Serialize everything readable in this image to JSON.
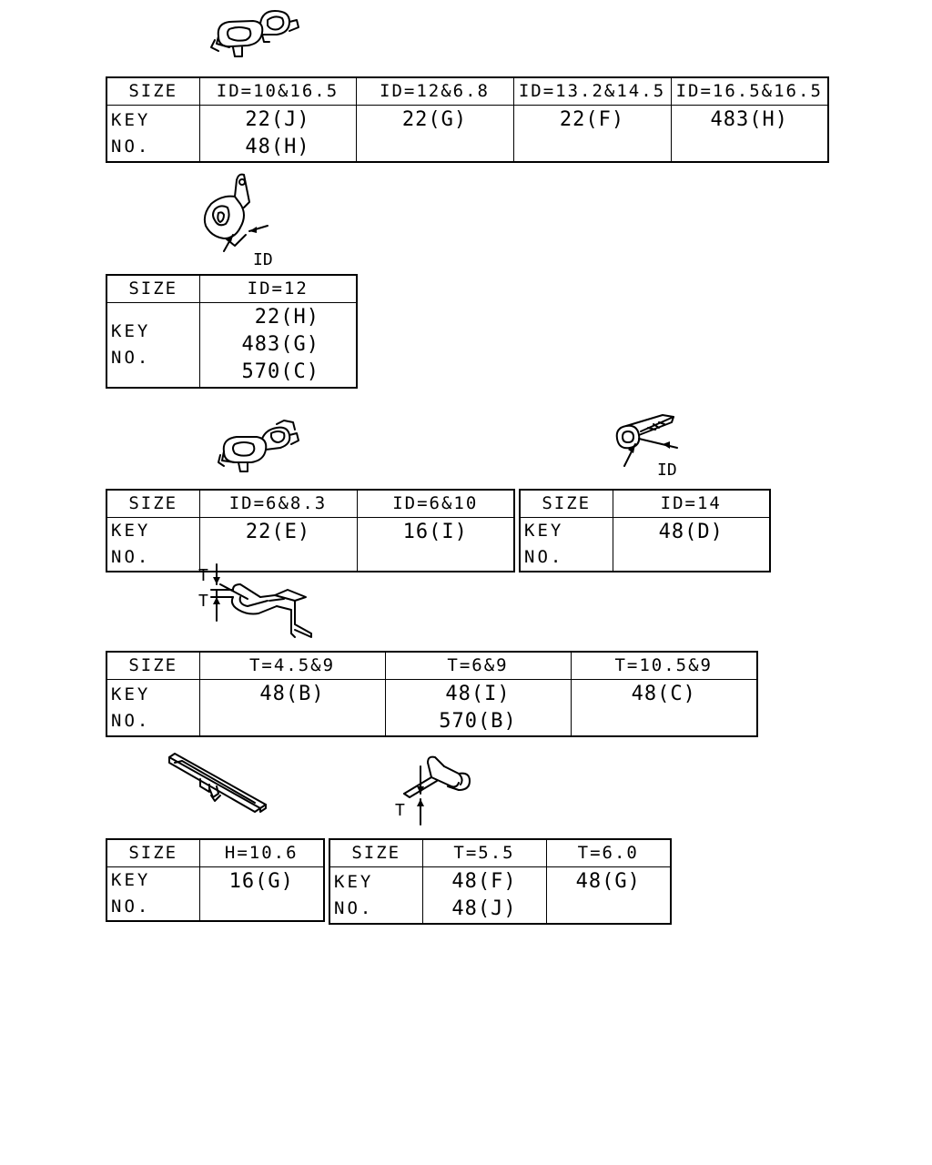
{
  "labels": {
    "size": "SIZE",
    "key_no": "KEY NO.",
    "dim_id": "ID",
    "dim_t": "T"
  },
  "tables": [
    {
      "id": "double-clamp-large",
      "columns": [
        "ID=10&16.5",
        "ID=12&6.8",
        "ID=13.2&14.5",
        "ID=16.5&16.5"
      ],
      "keys": [
        [
          "22(J)",
          "48(H)"
        ],
        [
          "22(G)"
        ],
        [
          "22(F)"
        ],
        [
          "483(H)"
        ]
      ]
    },
    {
      "id": "bracket-clamp",
      "columns": [
        "ID=12"
      ],
      "keys": [
        [
          "22(H)",
          "483(G)",
          "570(C)"
        ]
      ]
    },
    {
      "id": "double-clamp-small",
      "columns": [
        "ID=6&8.3",
        "ID=6&10"
      ],
      "keys": [
        [
          "22(E)"
        ],
        [
          "16(I)"
        ]
      ]
    },
    {
      "id": "band-clip",
      "columns": [
        "ID=14"
      ],
      "keys": [
        [
          "48(D)"
        ]
      ]
    },
    {
      "id": "edge-clip",
      "columns": [
        "T=4.5&9",
        "T=6&9",
        "T=10.5&9"
      ],
      "keys": [
        [
          "48(B)"
        ],
        [
          "48(I)",
          "570(B)"
        ],
        [
          "48(C)"
        ]
      ]
    },
    {
      "id": "harness-holder",
      "columns": [
        "H=10.6"
      ],
      "keys": [
        [
          "16(G)"
        ]
      ]
    },
    {
      "id": "panel-clip",
      "columns": [
        "T=5.5",
        "T=6.0"
      ],
      "keys": [
        [
          "48(F)",
          "48(J)"
        ],
        [
          "48(G)"
        ]
      ]
    }
  ]
}
